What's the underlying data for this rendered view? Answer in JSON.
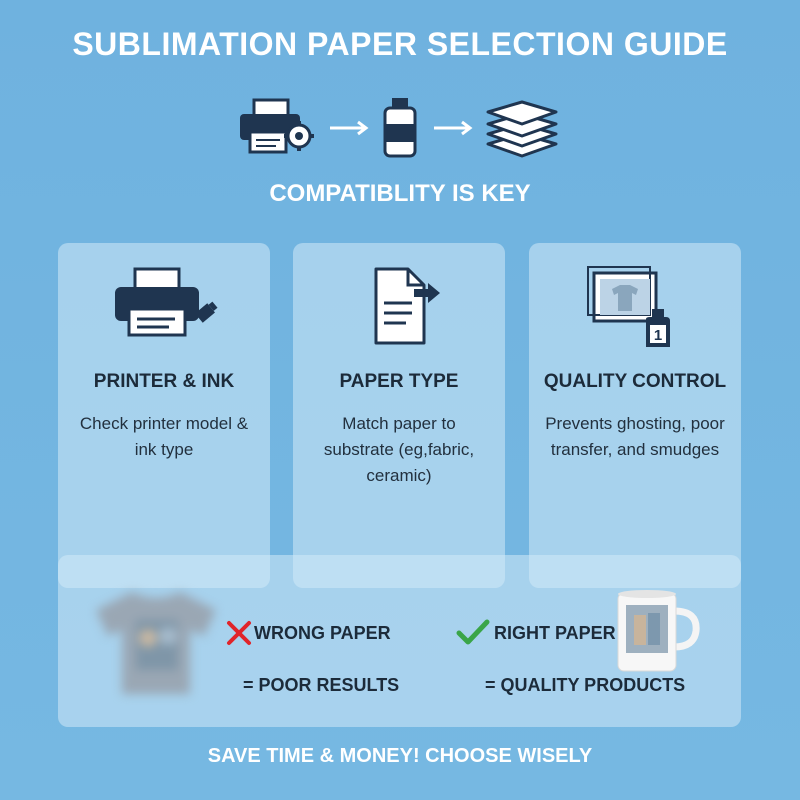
{
  "header": {
    "title": "SUBLIMATION PAPER SELECTION GUIDE",
    "subtitle": "COMPATIBLITY IS KEY"
  },
  "flow_icons": [
    "printer-gear-icon",
    "arrow-right-icon",
    "ink-bottle-icon",
    "arrow-right-icon",
    "paper-stack-icon"
  ],
  "cards": [
    {
      "icon": "printer-usb-icon",
      "title": "PRINTER & INK",
      "body": "Check printer model & ink type"
    },
    {
      "icon": "document-arrow-icon",
      "title": "PAPER TYPE",
      "body": "Match paper to substrate (eg,fabric, ceramic)"
    },
    {
      "icon": "framed-photo-bottle-icon",
      "title": "QUALITY CONTROL",
      "body": "Prevents ghosting, poor transfer, and smudges"
    }
  ],
  "comparison": {
    "wrong": {
      "icon": "cross-icon",
      "label": "WRONG PAPER",
      "result": "= POOR RESULTS"
    },
    "right": {
      "icon": "check-icon",
      "label": "RIGHT PAPER",
      "result": "= QUALITY PRODUCTS"
    }
  },
  "footer": {
    "text": "SAVE TIME & MONEY! CHOOSE WISELY"
  },
  "colors": {
    "background": "#6fb2df",
    "panel": "#cfe6f6",
    "text_dark": "#1c2b3a",
    "icon_navy": "#1f3550",
    "cross_red": "#e0242a",
    "check_green": "#3aa548"
  }
}
